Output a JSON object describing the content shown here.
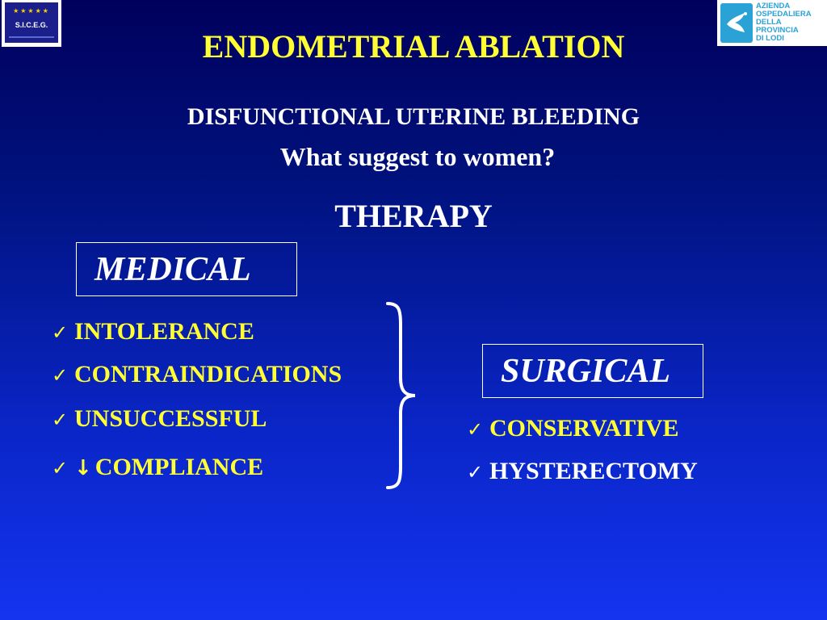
{
  "title": "ENDOMETRIAL ABLATION",
  "subtitle": "DISFUNCTIONAL UTERINE BLEEDING",
  "question": "What suggest to women?",
  "therapy": "THERAPY",
  "medical": {
    "label": "MEDICAL",
    "items": [
      "INTOLERANCE",
      "CONTRAINDICATIONS",
      "UNSUCCESSFUL",
      "COMPLIANCE"
    ]
  },
  "surgical": {
    "label": "SURGICAL",
    "items": [
      "CONSERVATIVE",
      "HYSTERECTOMY"
    ]
  },
  "logos": {
    "left_acronym": "S.I.C.E.G.",
    "right_lines": [
      "AZIENDA",
      "OSPEDALIERA",
      "DELLA",
      "PROVINCIA",
      "DI LODI"
    ]
  },
  "icons": {
    "check": "checkmark-icon",
    "arrow": "down-arrow-icon",
    "dove": "dove-icon"
  },
  "colors": {
    "title": "#ffff33",
    "items": "#ffff33",
    "text": "#ffffff",
    "background_top": "#00005c",
    "background_bottom": "#1434f0"
  }
}
